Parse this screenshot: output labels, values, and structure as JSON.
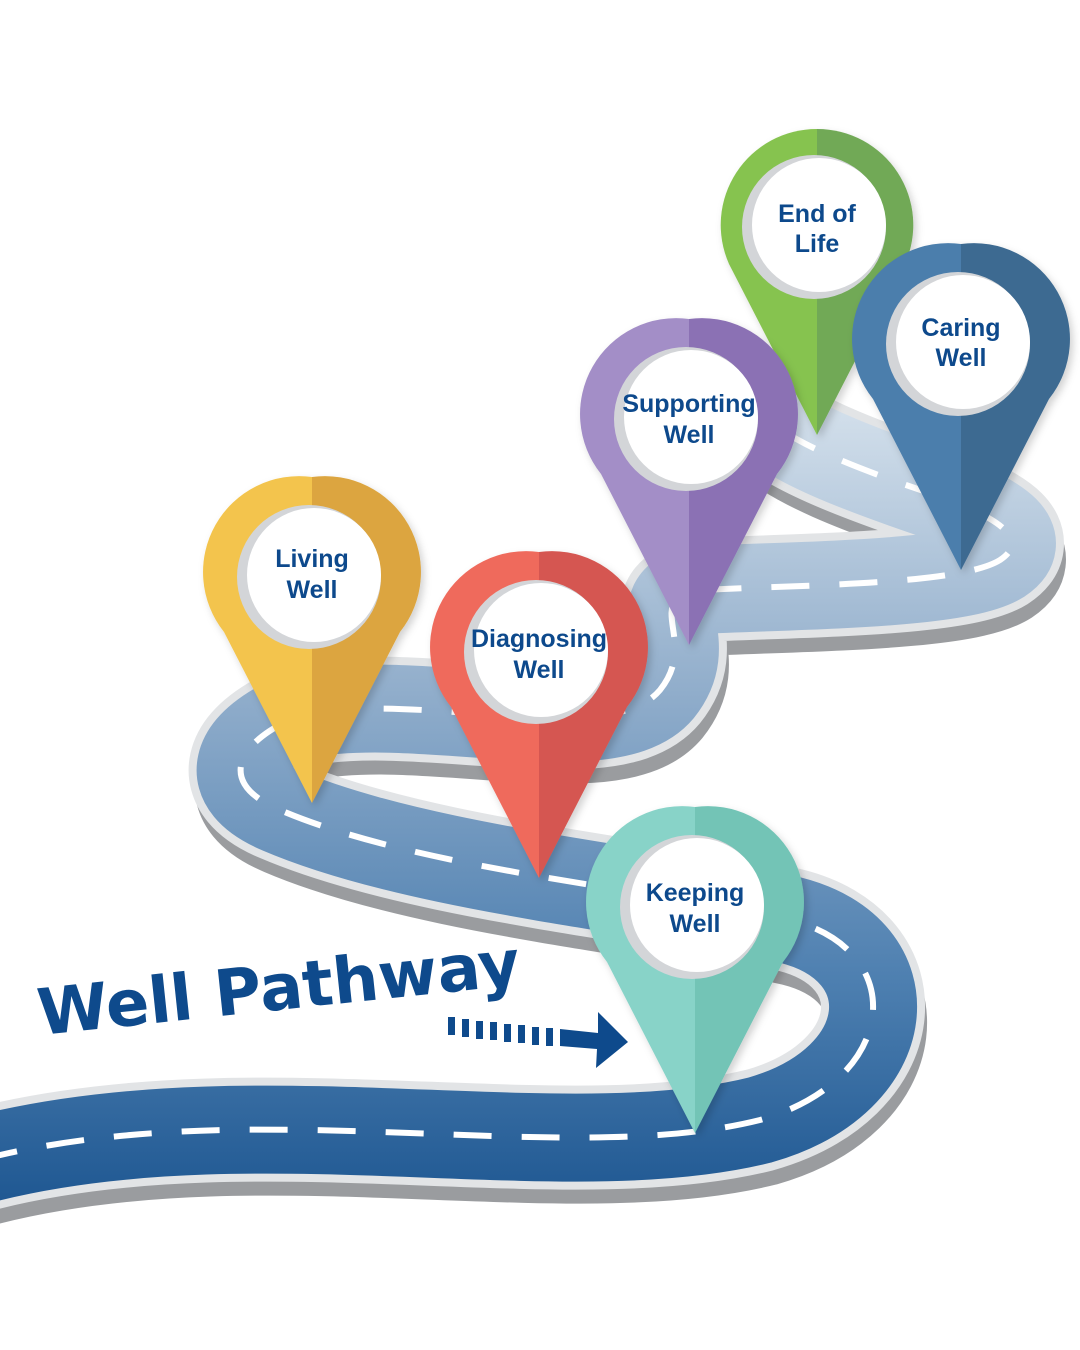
{
  "title": "Well Pathway",
  "colors": {
    "text": "#0e4a8c",
    "road_light": "#c9d8e6",
    "road_dark": "#1c5690",
    "road_edge": "#d7d9dc",
    "dash": "#ffffff"
  },
  "pins": [
    {
      "label_line1": "End of",
      "label_line2": "Life",
      "color_left": "#86c350",
      "color_right": "#71a956"
    },
    {
      "label_line1": "Caring",
      "label_line2": "Well",
      "color_left": "#4b7eac",
      "color_right": "#3d6a91"
    },
    {
      "label_line1": "Supporting",
      "label_line2": "Well",
      "color_left": "#a38ec7",
      "color_right": "#8b71b4"
    },
    {
      "label_line1": "Living",
      "label_line2": "Well",
      "color_left": "#f3c44d",
      "color_right": "#dca540"
    },
    {
      "label_line1": "Diagnosing",
      "label_line2": "Well",
      "color_left": "#ef6b5c",
      "color_right": "#d55751"
    },
    {
      "label_line1": "Keeping",
      "label_line2": "Well",
      "color_left": "#88d3c8",
      "color_right": "#73c4b6"
    }
  ]
}
